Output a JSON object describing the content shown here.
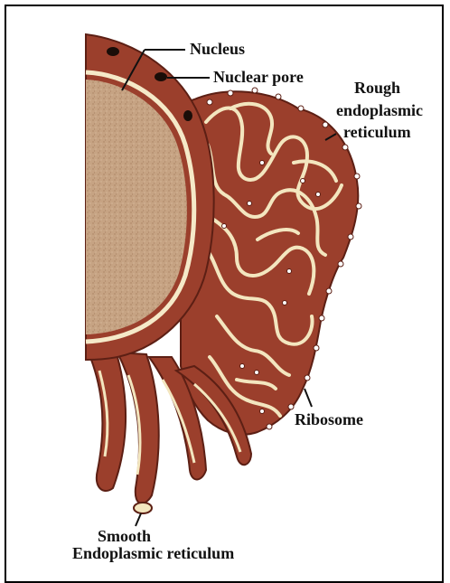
{
  "colors": {
    "membrane": "#9b3f2c",
    "membrane_dark": "#5c1f14",
    "lumen": "#f3e6bf",
    "nucleoplasm": "#c6a383",
    "envelope_ring": "#f5e9c8",
    "ribosome": "#ffffff",
    "pore": "#1a0d08"
  },
  "labels": {
    "nucleus": "Nucleus",
    "nuclear_pore": "Nuclear pore",
    "rough_er_line1": "Rough",
    "rough_er_line2": "endoplasmic",
    "rough_er_line3": "reticulum",
    "ribosome": "Ribosome",
    "smooth_er_line1": "Smooth",
    "smooth_er_line2": "Endoplasmic reticulum"
  }
}
